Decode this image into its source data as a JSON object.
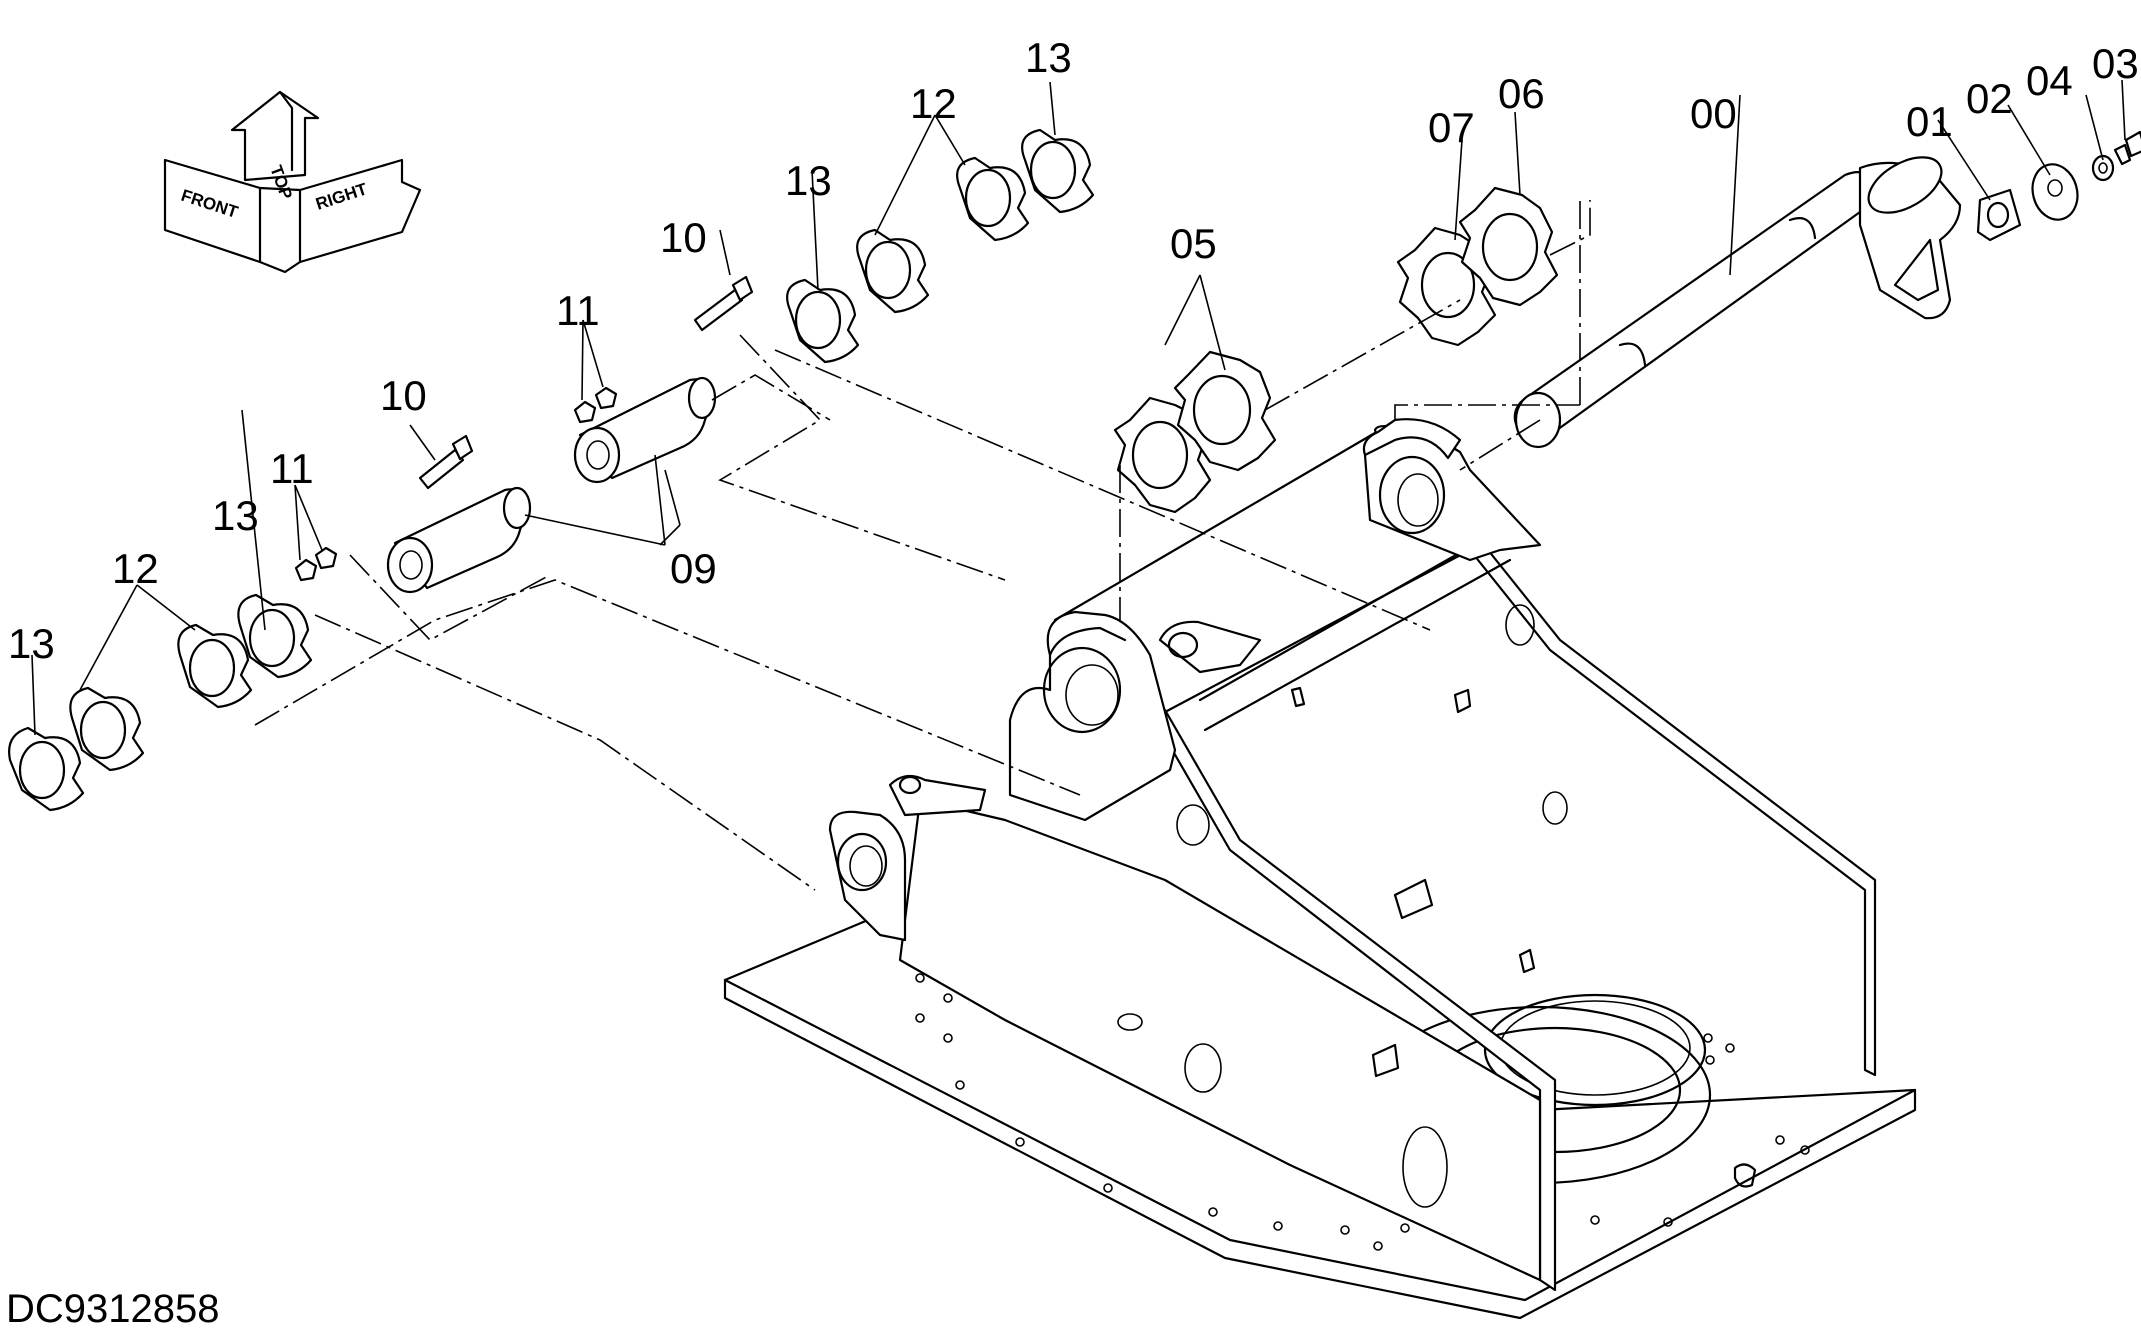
{
  "diagram": {
    "document_id": "DC9312858",
    "orientation_indicator": {
      "front": "FRONT",
      "top": "TOP",
      "right": "RIGHT"
    },
    "callouts": [
      {
        "id": "c-00",
        "label": "00"
      },
      {
        "id": "c-01",
        "label": "01"
      },
      {
        "id": "c-02",
        "label": "02"
      },
      {
        "id": "c-03",
        "label": "03"
      },
      {
        "id": "c-04",
        "label": "04"
      },
      {
        "id": "c-05",
        "label": "05"
      },
      {
        "id": "c-06",
        "label": "06"
      },
      {
        "id": "c-07",
        "label": "07"
      },
      {
        "id": "c-09",
        "label": "09"
      },
      {
        "id": "c-10a",
        "label": "10"
      },
      {
        "id": "c-10b",
        "label": "10"
      },
      {
        "id": "c-11a",
        "label": "11"
      },
      {
        "id": "c-11b",
        "label": "11"
      },
      {
        "id": "c-12a",
        "label": "12"
      },
      {
        "id": "c-12b",
        "label": "12"
      },
      {
        "id": "c-13a",
        "label": "13"
      },
      {
        "id": "c-13b",
        "label": "13"
      },
      {
        "id": "c-13c",
        "label": "13"
      },
      {
        "id": "c-13d",
        "label": "13"
      }
    ]
  }
}
